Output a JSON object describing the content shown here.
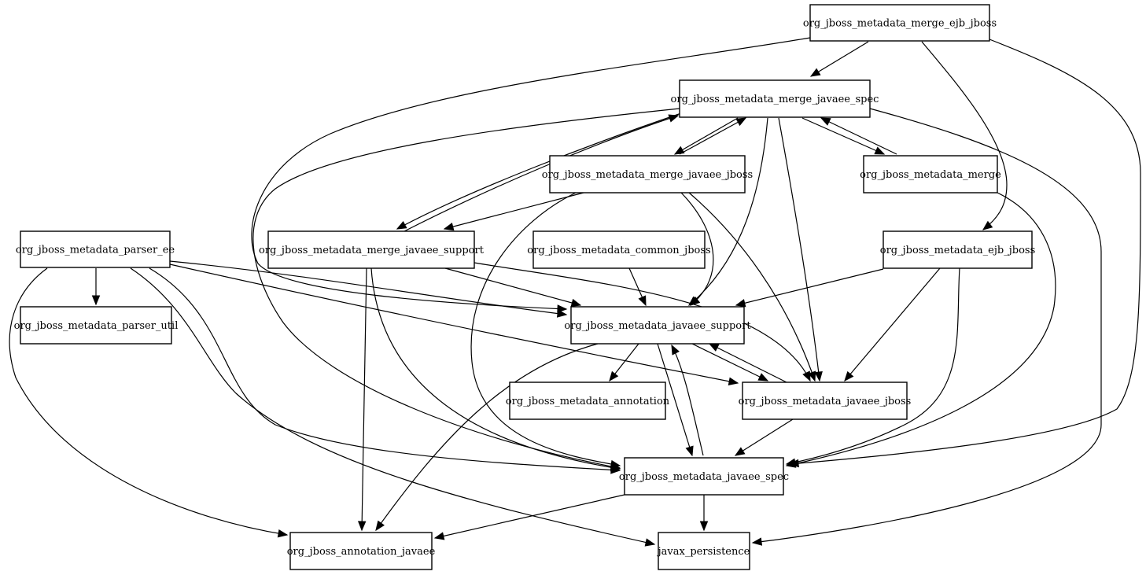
{
  "diagram": {
    "nodes": [
      {
        "id": "merge_ejb_jboss",
        "label": "org_jboss_metadata_merge_ejb_jboss"
      },
      {
        "id": "merge_javaee_spec",
        "label": "org_jboss_metadata_merge_javaee_spec"
      },
      {
        "id": "merge_javaee_jboss",
        "label": "org_jboss_metadata_merge_javaee_jboss"
      },
      {
        "id": "merge",
        "label": "org_jboss_metadata_merge"
      },
      {
        "id": "parser_ee",
        "label": "org_jboss_metadata_parser_ee"
      },
      {
        "id": "merge_javaee_support",
        "label": "org_jboss_metadata_merge_javaee_support"
      },
      {
        "id": "common_jboss",
        "label": "org_jboss_metadata_common_jboss"
      },
      {
        "id": "ejb_jboss",
        "label": "org_jboss_metadata_ejb_jboss"
      },
      {
        "id": "parser_util",
        "label": "org_jboss_metadata_parser_util"
      },
      {
        "id": "javaee_support",
        "label": "org_jboss_metadata_javaee_support"
      },
      {
        "id": "annotation",
        "label": "org_jboss_metadata_annotation"
      },
      {
        "id": "javaee_jboss",
        "label": "org_jboss_metadata_javaee_jboss"
      },
      {
        "id": "javaee_spec",
        "label": "org_jboss_metadata_javaee_spec"
      },
      {
        "id": "annotation_javaee",
        "label": "org_jboss_annotation_javaee"
      },
      {
        "id": "persistence",
        "label": "javax_persistence"
      }
    ],
    "edges": [
      {
        "from": "merge_ejb_jboss",
        "to": "merge_javaee_spec"
      },
      {
        "from": "merge_ejb_jboss",
        "to": "ejb_jboss"
      },
      {
        "from": "merge_ejb_jboss",
        "to": "javaee_spec"
      },
      {
        "from": "merge_ejb_jboss",
        "to": "javaee_support"
      },
      {
        "from": "merge_javaee_spec",
        "to": "merge_javaee_jboss"
      },
      {
        "from": "merge_javaee_spec",
        "to": "merge"
      },
      {
        "from": "merge_javaee_spec",
        "to": "merge_javaee_support"
      },
      {
        "from": "merge_javaee_spec",
        "to": "javaee_support"
      },
      {
        "from": "merge_javaee_spec",
        "to": "javaee_jboss"
      },
      {
        "from": "merge_javaee_spec",
        "to": "javaee_spec"
      },
      {
        "from": "merge_javaee_spec",
        "to": "persistence"
      },
      {
        "from": "merge_javaee_jboss",
        "to": "merge_javaee_spec"
      },
      {
        "from": "merge_javaee_jboss",
        "to": "merge_javaee_support"
      },
      {
        "from": "merge_javaee_jboss",
        "to": "javaee_support"
      },
      {
        "from": "merge_javaee_jboss",
        "to": "javaee_jboss"
      },
      {
        "from": "merge_javaee_jboss",
        "to": "javaee_spec"
      },
      {
        "from": "merge",
        "to": "merge_javaee_spec"
      },
      {
        "from": "merge",
        "to": "javaee_spec"
      },
      {
        "from": "merge_javaee_support",
        "to": "merge_javaee_spec"
      },
      {
        "from": "merge_javaee_support",
        "to": "javaee_support"
      },
      {
        "from": "merge_javaee_support",
        "to": "javaee_jboss"
      },
      {
        "from": "merge_javaee_support",
        "to": "javaee_spec"
      },
      {
        "from": "merge_javaee_support",
        "to": "annotation_javaee"
      },
      {
        "from": "parser_ee",
        "to": "parser_util"
      },
      {
        "from": "parser_ee",
        "to": "javaee_support"
      },
      {
        "from": "parser_ee",
        "to": "javaee_jboss"
      },
      {
        "from": "parser_ee",
        "to": "javaee_spec"
      },
      {
        "from": "parser_ee",
        "to": "annotation_javaee"
      },
      {
        "from": "parser_ee",
        "to": "persistence"
      },
      {
        "from": "common_jboss",
        "to": "javaee_support"
      },
      {
        "from": "ejb_jboss",
        "to": "javaee_support"
      },
      {
        "from": "ejb_jboss",
        "to": "javaee_jboss"
      },
      {
        "from": "ejb_jboss",
        "to": "javaee_spec"
      },
      {
        "from": "javaee_support",
        "to": "annotation"
      },
      {
        "from": "javaee_support",
        "to": "javaee_jboss"
      },
      {
        "from": "javaee_support",
        "to": "javaee_spec"
      },
      {
        "from": "javaee_support",
        "to": "annotation_javaee"
      },
      {
        "from": "javaee_jboss",
        "to": "javaee_support"
      },
      {
        "from": "javaee_jboss",
        "to": "javaee_spec"
      },
      {
        "from": "javaee_spec",
        "to": "javaee_support"
      },
      {
        "from": "javaee_spec",
        "to": "annotation_javaee"
      },
      {
        "from": "javaee_spec",
        "to": "persistence"
      }
    ]
  }
}
